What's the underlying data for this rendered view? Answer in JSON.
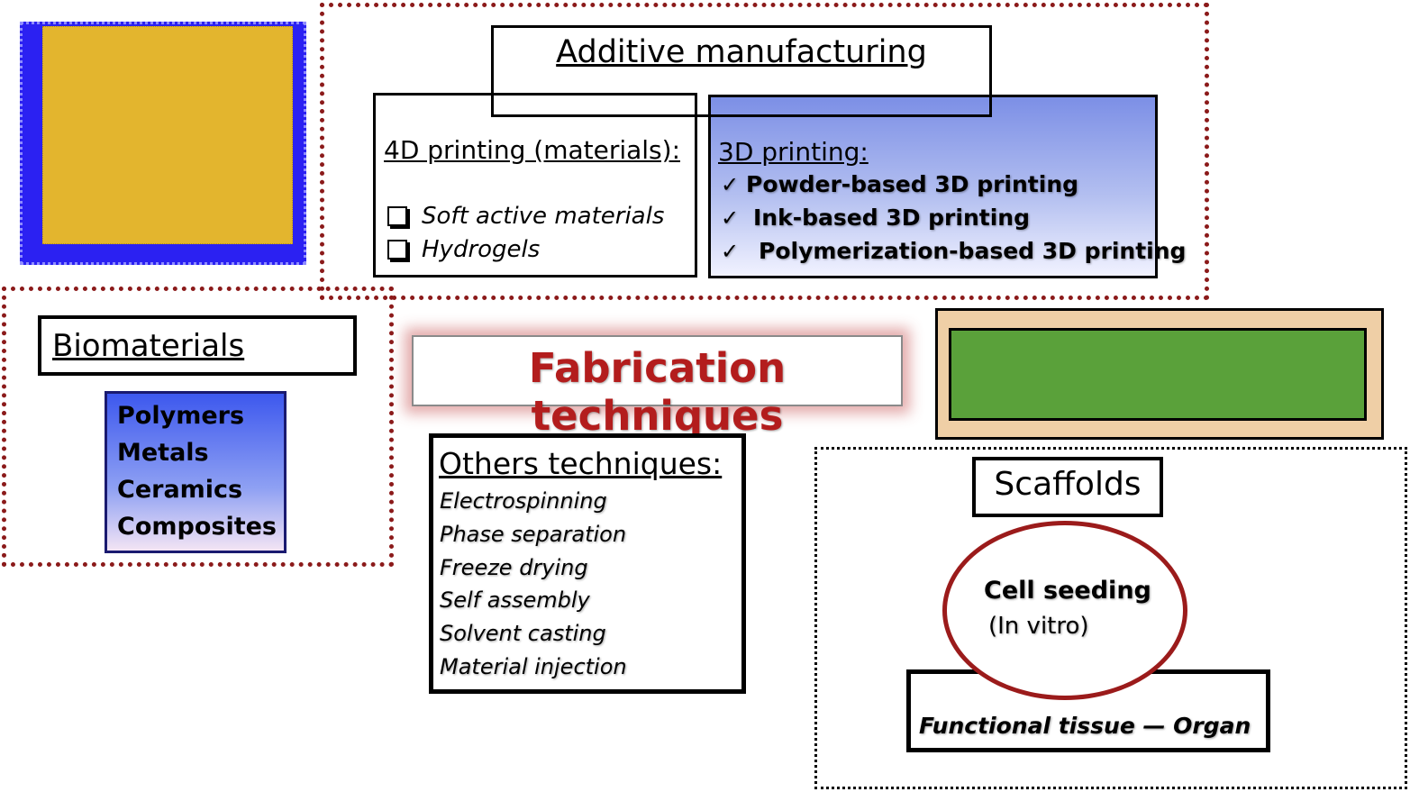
{
  "additive_manufacturing": {
    "title": "Additive manufacturing",
    "printing_4d": {
      "heading": "4D printing (materials):",
      "items": [
        "Soft active materials",
        "Hydrogels"
      ]
    },
    "printing_3d": {
      "heading": "3D printing:",
      "items": [
        "Powder-based 3D printing",
        "Ink-based 3D printing",
        "Polymerization-based 3D printing"
      ]
    }
  },
  "biomaterials": {
    "title": "Biomaterials",
    "items": [
      "Polymers",
      "Metals",
      "Ceramics",
      "Composites"
    ]
  },
  "fabrication": {
    "title": "Fabrication techniques"
  },
  "others": {
    "title": "Others techniques:",
    "items": [
      "Electrospinning",
      "Phase separation",
      "Freeze drying",
      "Self assembly",
      "Solvent casting",
      "Material injection"
    ]
  },
  "scaffolds": {
    "title": "Scaffolds",
    "cell_seeding": "Cell seeding",
    "in_vitro": "(In vitro)",
    "result": "Functional tissue — Organ"
  },
  "colors": {
    "group_border": "#8b1a1a",
    "fabrication_text": "#b31d1d",
    "gold_block": "#e3b52e",
    "blue_frame": "#2b21f2",
    "green_block": "#5aa13a",
    "tan_frame": "#efcfa6",
    "ellipse_border": "#9b1b1b"
  },
  "icons": {
    "checkbox": "checkbox-icon",
    "check": "check-icon"
  }
}
